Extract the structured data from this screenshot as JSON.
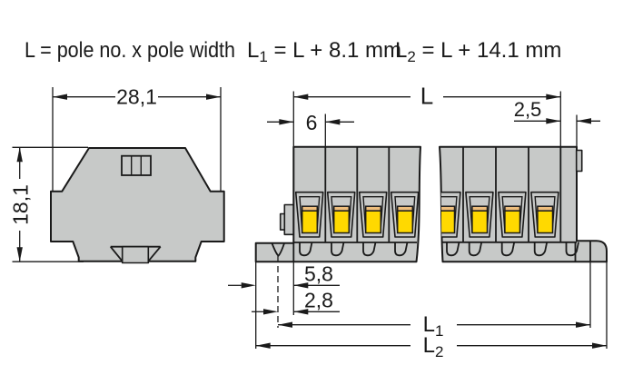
{
  "header": {
    "formula_pole": "L = pole no. x pole width",
    "formula_l1": {
      "base": "L",
      "sub": "1",
      "rest": " = L + 8.1 mm"
    },
    "formula_l2": {
      "base": "L",
      "sub": "2",
      "rest": " = L + 14.1 mm"
    }
  },
  "end_view": {
    "width_label": "28,1",
    "height_label": "18,1"
  },
  "side_view": {
    "length_label": "L",
    "pole_width_label": "6",
    "end_plate_label": "2,5",
    "dim_5_8_label": "5,8",
    "dim_2_8_label": "2,8",
    "l1_label": {
      "base": "L",
      "sub": "1"
    },
    "l2_label": {
      "base": "L",
      "sub": "2"
    },
    "poles_visible": 8
  },
  "colors": {
    "body_gray": "#c7c9c8",
    "outline": "#1a1a1a",
    "button_yellow": "#ffd900",
    "button_tan": "#eebe7d",
    "background": "#ffffff"
  }
}
